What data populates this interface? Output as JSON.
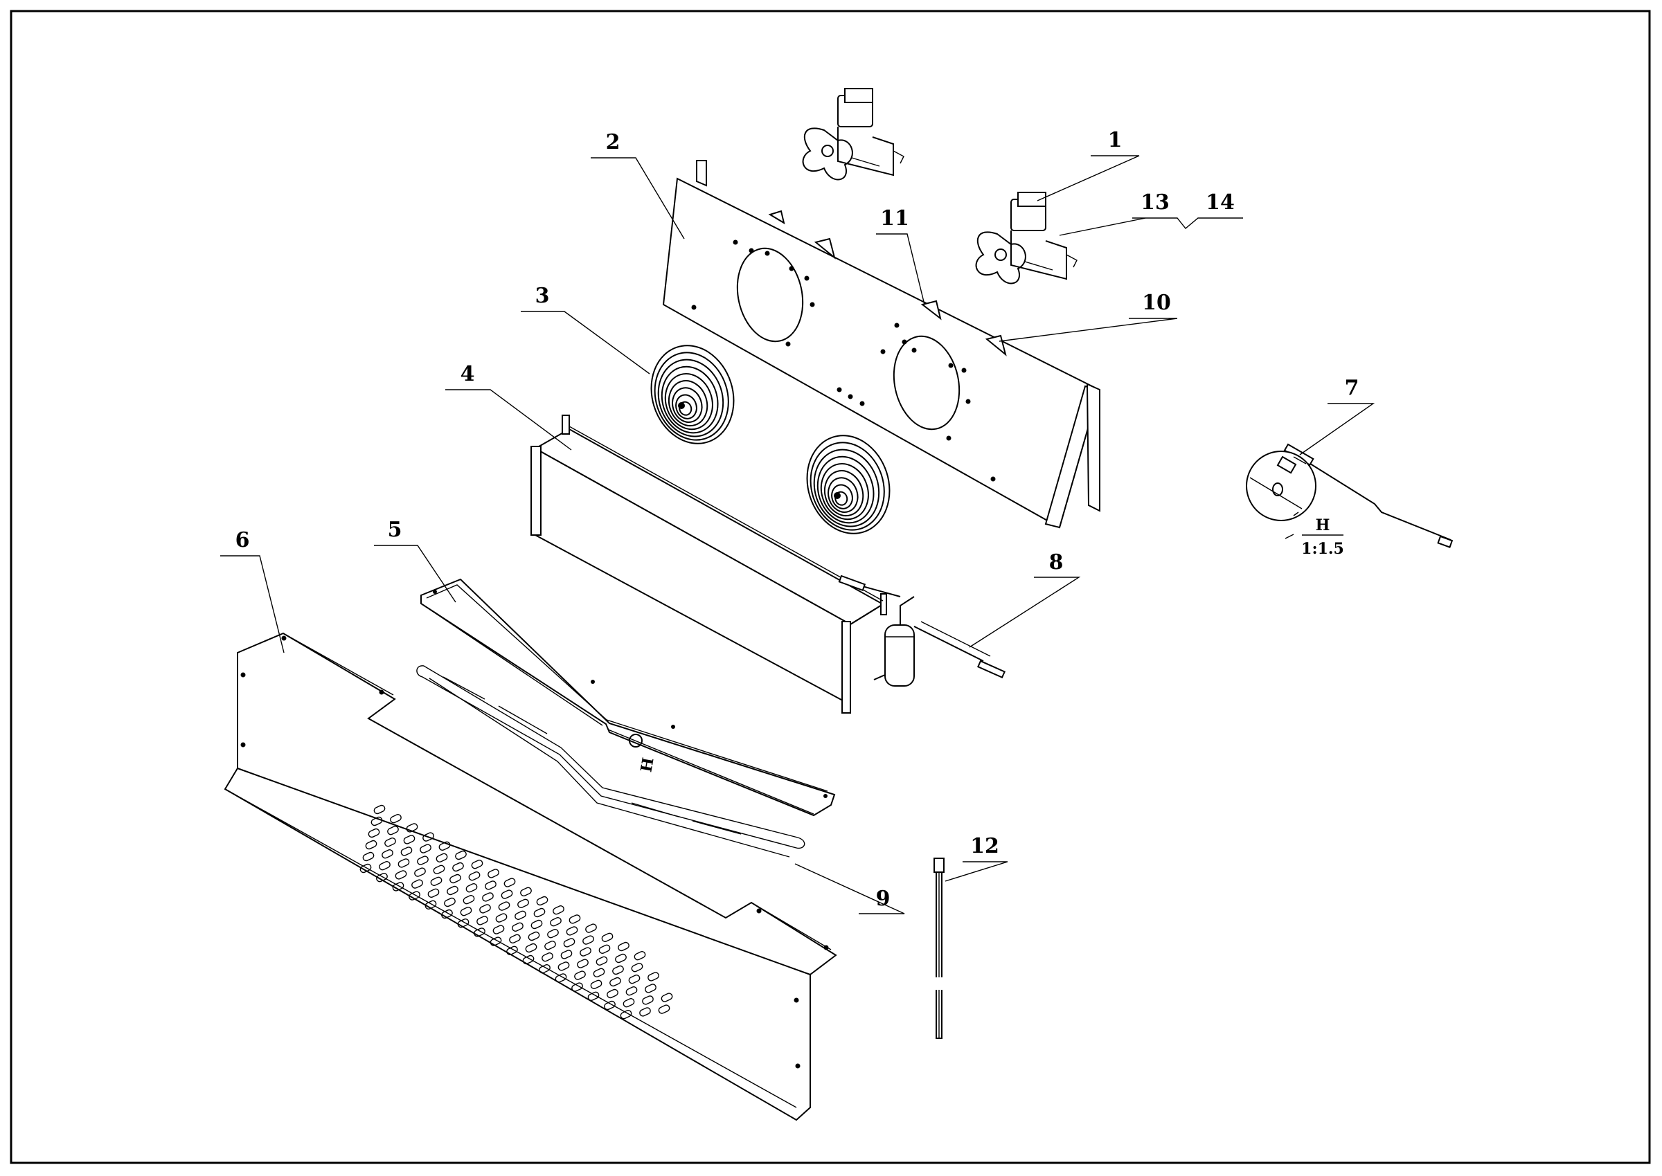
{
  "callouts": [
    {
      "id": "1",
      "label": "1"
    },
    {
      "id": "2",
      "label": "2"
    },
    {
      "id": "3",
      "label": "3"
    },
    {
      "id": "4",
      "label": "4"
    },
    {
      "id": "5",
      "label": "5"
    },
    {
      "id": "6",
      "label": "6"
    },
    {
      "id": "7",
      "label": "7"
    },
    {
      "id": "8",
      "label": "8"
    },
    {
      "id": "9",
      "label": "9"
    },
    {
      "id": "10",
      "label": "10"
    },
    {
      "id": "11",
      "label": "11"
    },
    {
      "id": "12",
      "label": "12"
    },
    {
      "id": "13",
      "label": "13"
    },
    {
      "id": "14",
      "label": "14"
    }
  ],
  "detail": {
    "marker_label": "H",
    "view_label": "H",
    "scale": "1:1.5"
  },
  "colors": {
    "line": "#000000",
    "background": "#ffffff"
  }
}
